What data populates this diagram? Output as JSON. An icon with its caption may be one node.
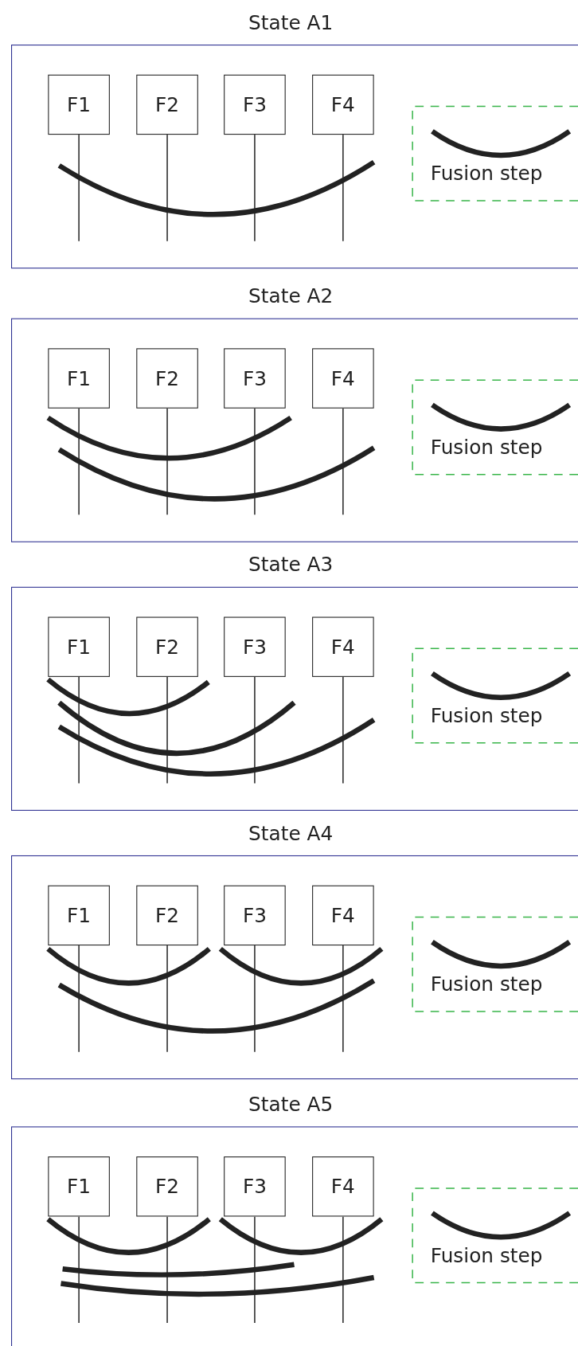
{
  "diagram": {
    "nodes": [
      {
        "text": [
          "State A1"
        ]
      },
      {
        "text": [
          "F1"
        ],
        "in": 0
      },
      {
        "text": [
          "F2"
        ],
        "in": 0
      },
      {
        "text": [
          "F3"
        ],
        "in": 0
      },
      {
        "text": [
          "F4"
        ],
        "in": 0
      },
      {
        "text": [
          "Fusion step"
        ],
        "in": 0
      },
      {
        "text": [
          "State A2"
        ]
      },
      {
        "text": [
          "F1"
        ],
        "in": 6
      },
      {
        "text": [
          "F2"
        ],
        "in": 6
      },
      {
        "text": [
          "F3"
        ],
        "in": 6
      },
      {
        "text": [
          "F4"
        ],
        "in": 6
      },
      {
        "text": [
          "Fusion step"
        ],
        "in": 6
      },
      {
        "text": [
          "State A3"
        ]
      },
      {
        "text": [
          "F1"
        ],
        "in": 12
      },
      {
        "text": [
          "F2"
        ],
        "in": 12
      },
      {
        "text": [
          "F3"
        ],
        "in": 12
      },
      {
        "text": [
          "F4"
        ],
        "in": 12
      },
      {
        "text": [
          "Fusion step"
        ],
        "in": 12
      },
      {
        "text": [
          "State A4"
        ]
      },
      {
        "text": [
          "F1"
        ],
        "in": 18
      },
      {
        "text": [
          "F2"
        ],
        "in": 18
      },
      {
        "text": [
          "F3"
        ],
        "in": 18
      },
      {
        "text": [
          "F4"
        ],
        "in": 18
      },
      {
        "text": [
          "Fusion step"
        ],
        "in": 18
      },
      {
        "text": [
          "State A5"
        ]
      },
      {
        "text": [
          "F1"
        ],
        "in": 24
      },
      {
        "text": [
          "F2"
        ],
        "in": 24
      },
      {
        "text": [
          "F3"
        ],
        "in": 24
      },
      {
        "text": [
          "F4"
        ],
        "in": 24
      },
      {
        "text": [
          "Fusion step"
        ],
        "in": 24
      }
    ]
  }
}
